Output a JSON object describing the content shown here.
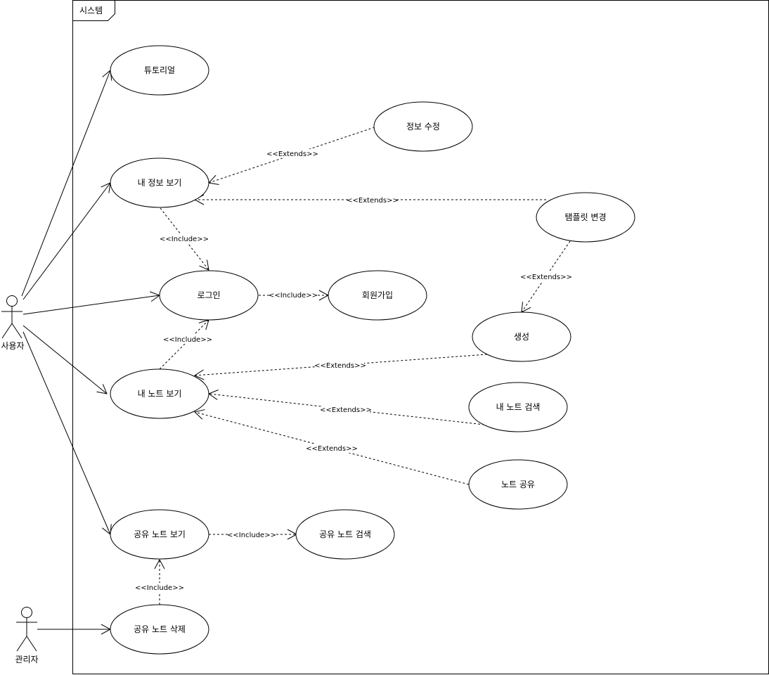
{
  "system": {
    "title": "시스템"
  },
  "actors": {
    "user": "사용자",
    "admin": "관리자"
  },
  "use_cases": {
    "tutorial": "튜토리얼",
    "my_info": "내 정보 보기",
    "edit_info": "정보 수정",
    "change_template": "탬플릿 변경",
    "login": "로그인",
    "signup": "회원가입",
    "create": "생성",
    "my_notes": "내 노트 보기",
    "search_my_notes": "내 노트 검색",
    "share_note": "노트 공유",
    "view_shared": "공유 노트 보기",
    "search_shared": "공유 노트 검색",
    "delete_shared": "공유 노트 삭제"
  },
  "relations": {
    "extends_edit_info": "<<Extends>>",
    "extends_template_info": "<<Extends>>",
    "include_info_login": "<<Include>>",
    "include_login_signup": "<<Include>>",
    "extends_template_create": "<<Extends>>",
    "include_notes_login": "<<Include>>",
    "extends_create_notes": "<<Extends>>",
    "extends_search_notes": "<<Extends>>",
    "extends_share_notes": "<<Extends>>",
    "include_shared_search": "<<Include>>",
    "include_delete_shared": "<<Include>>"
  }
}
